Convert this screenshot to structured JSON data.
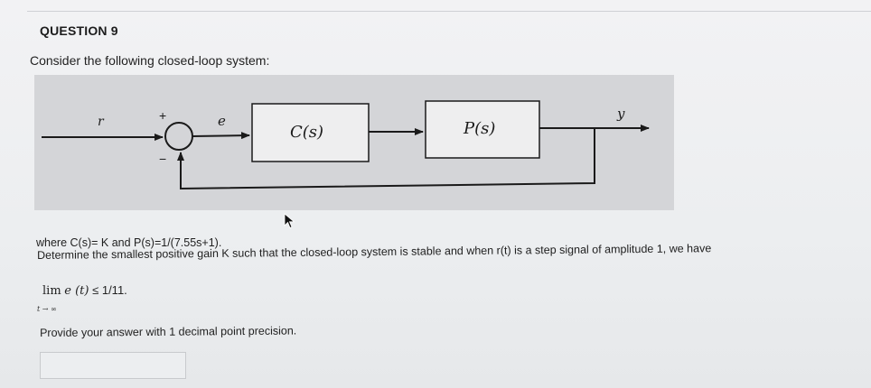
{
  "question": {
    "title": "QUESTION 9",
    "intro": "Consider the following closed-loop system:"
  },
  "diagram": {
    "input_label": "r",
    "error_label": "e",
    "output_label": "y",
    "controller_label": "C(s)",
    "plant_label": "P(s)",
    "plus_sign": "+",
    "minus_sign": "−"
  },
  "text": {
    "where": "where C(s)= K and P(s)=1/(7.55s+1).",
    "determine": "Determine the smallest positive gain K such that the closed-loop system is stable and when r(t) is a step signal of amplitude 1, we have",
    "lim_word": "lim",
    "lim_expr": "e (t)",
    "lim_bound": " ≤ 1/11.",
    "lim_subscript": "t → ∞",
    "provide": "Provide your answer with 1 decimal point precision."
  },
  "answer_input": {
    "value": ""
  }
}
